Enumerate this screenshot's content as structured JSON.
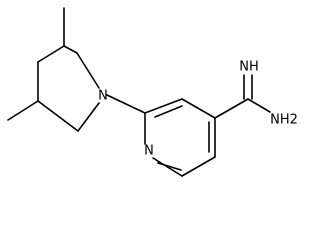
{
  "molecule": {
    "atoms": {
      "piperidine_n": "N",
      "pyridine_n": "N",
      "imine_nh": "NH",
      "amine_nh2": "NH2"
    }
  }
}
